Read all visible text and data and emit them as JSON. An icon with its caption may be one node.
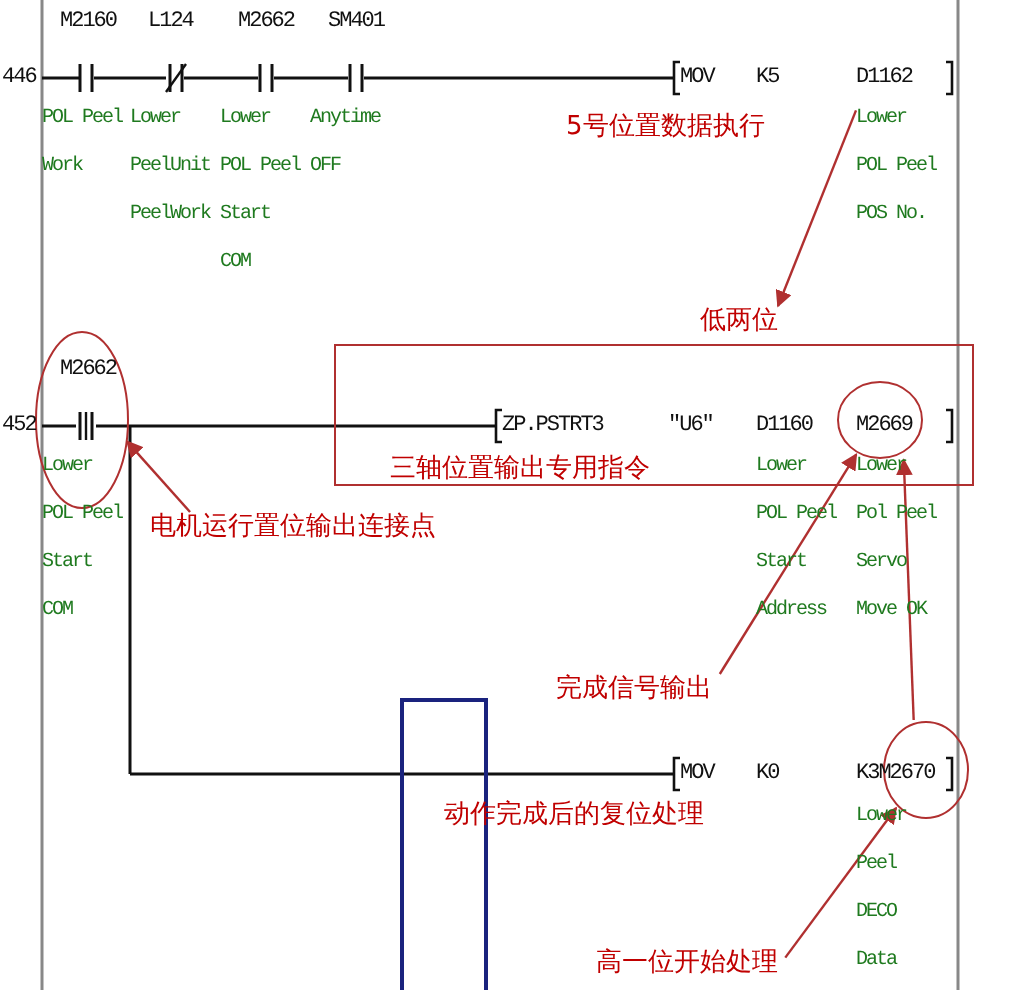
{
  "diagram": {
    "nodes": [
      {
        "text": [
          "低两位"
        ]
      },
      {
        "text": [
          "电机运行置位输出连接点"
        ]
      },
      {
        "text": [
          "完成信号输出"
        ]
      },
      {
        "text": [],
        "shape": "circle"
      },
      {
        "text": [],
        "shape": "circle"
      },
      {
        "text": [
          "高一位开始处理"
        ]
      },
      {
        "text": [
          "三轴位置输出专用指令"
        ]
      },
      {
        "text": [],
        "shape": "box"
      },
      {
        "text": [
          "Lower POL Peel POS No."
        ]
      },
      {
        "text": [],
        "shape": "circle"
      }
    ],
    "edges": [
      {
        "from": 8,
        "to": 0,
        "arrow": "to"
      },
      {
        "from": 1,
        "to": 9,
        "arrow": "to"
      },
      {
        "from": 2,
        "to": 3,
        "arrow": "to"
      },
      {
        "from": 4,
        "to": 3,
        "arrow": "to"
      },
      {
        "from": 5,
        "to": 4,
        "arrow": "to"
      }
    ],
    "labels": [
      "M2160",
      "L124",
      "M2662",
      "SM401",
      "446",
      "MOV",
      "K5",
      "D1162",
      "POL Peel Work",
      "Lower PeelUnit PeelWork",
      "Lower POL Peel Start COM",
      "Anytime OFF",
      "5号位置数据执行",
      "M2662",
      "452",
      "ZP.PSTRT3",
      "\"U6\"",
      "D1160",
      "M2669",
      "Lower POL Peel Start COM",
      "Lower POL Peel Start Address",
      "Lower Pol Peel Servo Move OK",
      "MOV",
      "K0",
      "K3M2670",
      "动作完成后的复位处理",
      "Lower Peel DECO Data"
    ]
  }
}
